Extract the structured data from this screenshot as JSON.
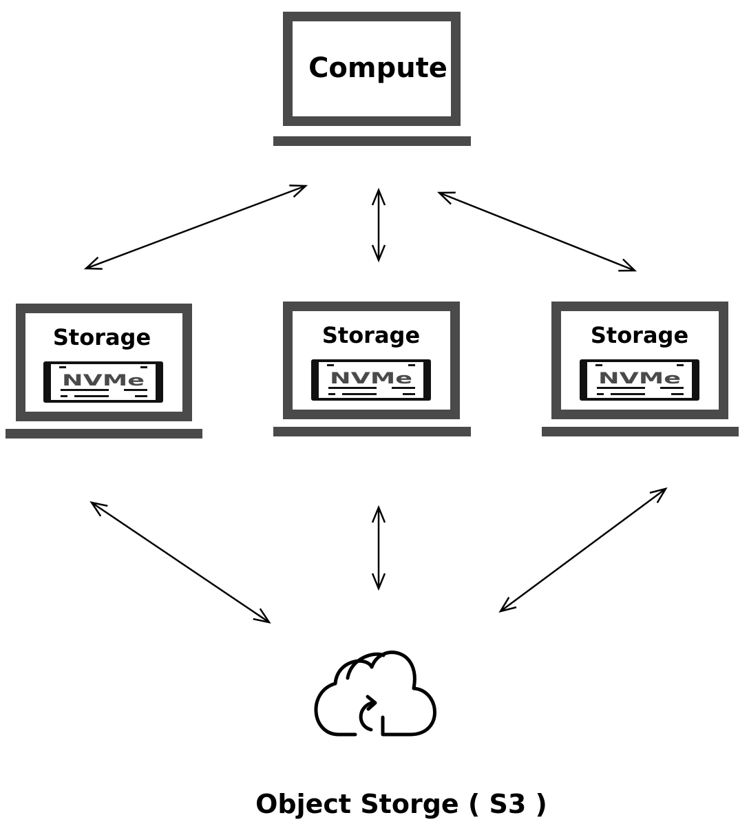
{
  "colors": {
    "frame": "#4a4a4a",
    "line": "#000000",
    "background": "#ffffff"
  },
  "compute": {
    "label": "Compute",
    "icon": "laptop-icon"
  },
  "storage_nodes": [
    {
      "label": "Storage",
      "drive_label": "NVMe",
      "icon": "laptop-icon",
      "drive_icon": "nvme-drive-icon"
    },
    {
      "label": "Storage",
      "drive_label": "NVMe",
      "icon": "laptop-icon",
      "drive_icon": "nvme-drive-icon"
    },
    {
      "label": "Storage",
      "drive_label": "NVMe",
      "icon": "laptop-icon",
      "drive_icon": "nvme-drive-icon"
    }
  ],
  "object_storage": {
    "label": "Object Storge ( S3 )",
    "icon": "cloud-upload-icon"
  },
  "connections": [
    {
      "from": "compute",
      "to": "storage-1",
      "bidirectional": true
    },
    {
      "from": "compute",
      "to": "storage-2",
      "bidirectional": true
    },
    {
      "from": "compute",
      "to": "storage-3",
      "bidirectional": true
    },
    {
      "from": "storage-1",
      "to": "object-storage",
      "bidirectional": true
    },
    {
      "from": "storage-2",
      "to": "object-storage",
      "bidirectional": true
    },
    {
      "from": "storage-3",
      "to": "object-storage",
      "bidirectional": true
    }
  ]
}
